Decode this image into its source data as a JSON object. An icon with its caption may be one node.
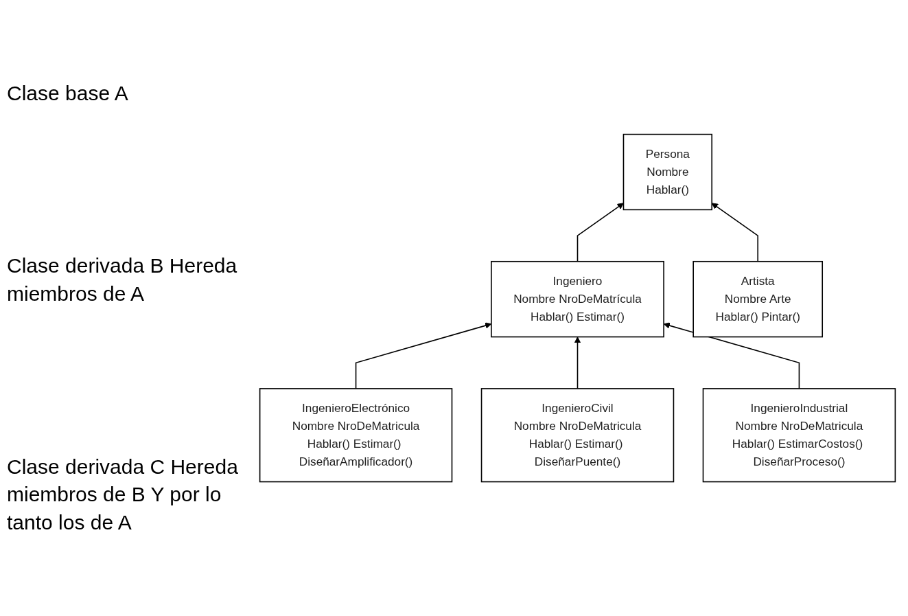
{
  "diagram": {
    "nodes": [
      {
        "text": [
          "Persona",
          "Nombre",
          "Hablar()"
        ]
      },
      {
        "text": [
          "Ingeniero",
          "Nombre NroDeMatrícula",
          "Hablar() Estimar()"
        ]
      },
      {
        "text": [
          "Artista",
          "Nombre Arte",
          "Hablar() Pintar()"
        ]
      },
      {
        "text": [
          "IngenieroElectrónico",
          "Nombre NroDeMatricula",
          "Hablar() Estimar() DiseñarAmplificador()"
        ]
      },
      {
        "text": [
          "IngenieroCivil",
          "Nombre NroDeMatricula",
          "Hablar() Estimar() DiseñarPuente()"
        ]
      },
      {
        "text": [
          "IngenieroIndustrial",
          "Nombre NroDeMatricula",
          "Hablar() EstimarCostos() DiseñarProceso()"
        ]
      }
    ],
    "edges": [
      {
        "from": 1,
        "to": 0,
        "arrow": "to"
      },
      {
        "from": 2,
        "to": 0,
        "arrow": "to"
      },
      {
        "from": 3,
        "to": 1,
        "arrow": "to"
      },
      {
        "from": 4,
        "to": 1,
        "arrow": "to"
      },
      {
        "from": 5,
        "to": 1,
        "arrow": "to"
      }
    ],
    "labels": [
      "Clase base A",
      "Clase derivada B Hereda miembros de A",
      "Clase derivada C Hereda miembros de B Y por lo tanto los de A"
    ]
  }
}
